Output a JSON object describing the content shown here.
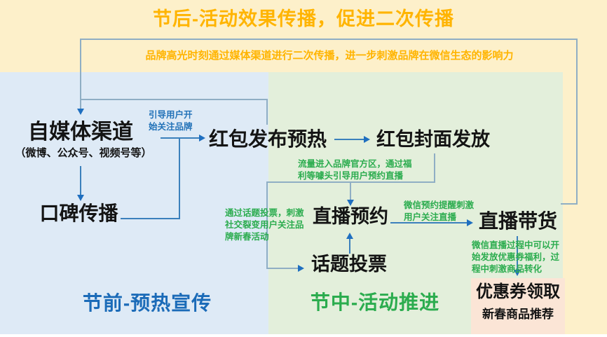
{
  "header": {
    "title": "节后-活动效果传播，促进二次传播",
    "note": "品牌高光时刻通过媒体渠道进行二次传播，进一步刺激品牌在微信生态的影响力"
  },
  "phases": {
    "pre": {
      "label": "节前-预热宣传",
      "color": "#1B6BB8",
      "panel_color": "#DEEAF6"
    },
    "mid": {
      "label": "节中-活动推进",
      "color": "#2BAC4E",
      "panel_color": "#E3EFDB"
    },
    "post": {
      "label": "节后-活动效果传播，促进二次传播",
      "color": "#FFB400",
      "panel_color": "#FDF0CA"
    }
  },
  "nodes": {
    "self_media": {
      "label": "自媒体渠道"
    },
    "self_media_sub": {
      "label": "（微博、公众号、视频号等）"
    },
    "word_of_mouth": {
      "label": "口碑传播"
    },
    "red_packet_release": {
      "label": "红包发布预热"
    },
    "red_packet_cover": {
      "label": "红包封面发放"
    },
    "live_reservation": {
      "label": "直播预约"
    },
    "topic_vote": {
      "label": "话题投票"
    },
    "live_commerce": {
      "label": "直播带货"
    },
    "coupon_claim": {
      "label": "优惠券领取"
    },
    "coupon_sub": {
      "label": "新春商品推荐"
    }
  },
  "annotations": {
    "guide_follow": "引导用户开\n始关注品牌",
    "official_traffic": "流量进入品牌官方区，通过福\n利等噱头引导用户预约直播",
    "social_fission": "通过话题投票，刺激\n社交裂变用户关注品\n牌新春活动",
    "reserve_reminder": "微信预约提醒刺激\n用户关注直播",
    "coupon_push": "微信直播过程中可以开\n始发放优惠券福利，过\n程中刺激商品转化"
  },
  "colors": {
    "background_yellow": "#FDF0CA",
    "panel_blue": "#DEEAF6",
    "panel_green": "#E3EFDB",
    "coupon_peach": "#FBE5D6",
    "title_orange": "#FFB400",
    "arrow_blue": "#1F6FC0",
    "loop_line_blue_gray": "#8FAEC4",
    "annotation_green": "#2BAC4E",
    "annotation_blue": "#2272B8"
  }
}
